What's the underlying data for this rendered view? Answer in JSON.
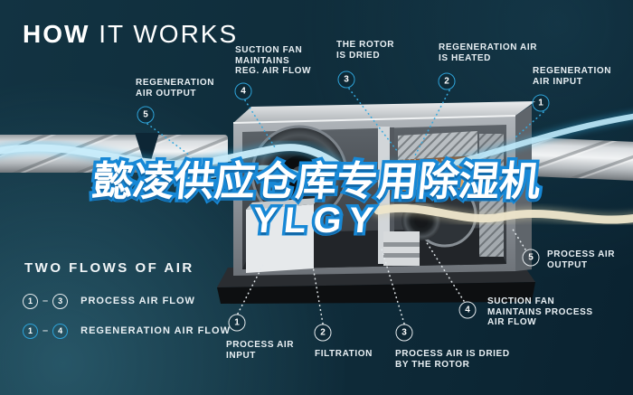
{
  "title": {
    "bold": "HOW",
    "rest": " IT WORKS"
  },
  "overlay": {
    "line1": "懿凌供应仓库专用除湿机",
    "line2": "YLGY"
  },
  "colors": {
    "accent": "#2ea4da",
    "process_marker": "#ffffff",
    "overlay_stroke": "#1788d6",
    "heater_orange": "#dd9050",
    "ribbon_cyan": "#c9ecfa",
    "ribbon_cream": "#eee6cb"
  },
  "legend": {
    "title": "TWO FLOWS OF AIR",
    "rows": [
      {
        "from": "1",
        "dash": "–",
        "to": "3",
        "label": "PROCESS AIR FLOW",
        "flow": "process"
      },
      {
        "from": "1",
        "dash": "–",
        "to": "4",
        "label": "REGENERATION AIR FLOW",
        "flow": "regeneration"
      }
    ]
  },
  "callouts": {
    "regeneration": [
      {
        "num": "1",
        "lines": [
          "REGENERATION",
          "AIR INPUT"
        ]
      },
      {
        "num": "2",
        "lines": [
          "REGENERATION AIR",
          "IS HEATED"
        ]
      },
      {
        "num": "3",
        "lines": [
          "THE ROTOR",
          "IS DRIED"
        ]
      },
      {
        "num": "4",
        "lines": [
          "SUCTION FAN",
          "MAINTAINS",
          "REG. AIR FLOW"
        ]
      },
      {
        "num": "5",
        "lines": [
          "REGENERATION",
          "AIR OUTPUT"
        ]
      }
    ],
    "process": [
      {
        "num": "1",
        "lines": [
          "PROCESS AIR",
          "INPUT"
        ]
      },
      {
        "num": "2",
        "lines": [
          "FILTRATION"
        ]
      },
      {
        "num": "3",
        "lines": [
          "PROCESS AIR IS DRIED",
          "BY THE ROTOR"
        ]
      },
      {
        "num": "4",
        "lines": [
          "SUCTION FAN",
          "MAINTAINS PROCESS",
          "AIR FLOW"
        ]
      },
      {
        "num": "5",
        "lines": [
          "PROCESS AIR",
          "OUTPUT"
        ]
      }
    ]
  }
}
